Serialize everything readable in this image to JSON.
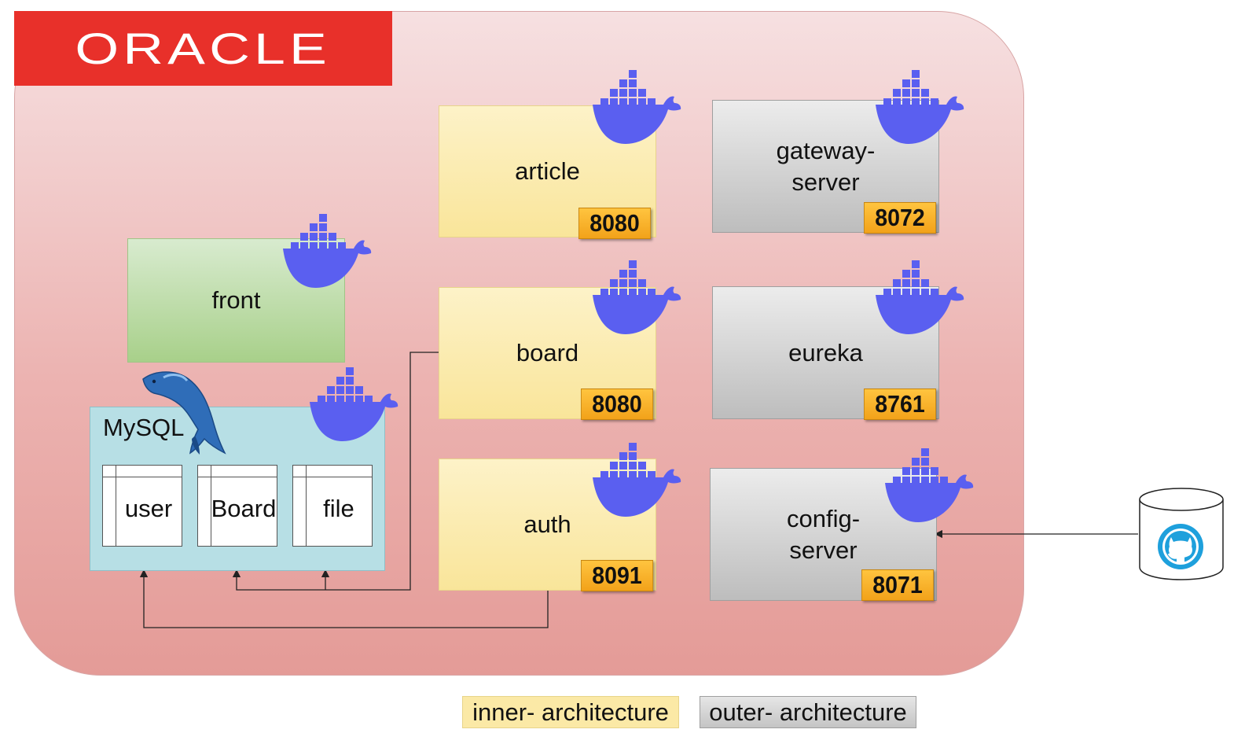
{
  "brand": {
    "logo_text": "ORACLE"
  },
  "services": {
    "front": {
      "label": "front"
    },
    "article": {
      "label": "article",
      "port": "8080"
    },
    "board": {
      "label": "board",
      "port": "8080"
    },
    "auth": {
      "label": "auth",
      "port": "8091"
    },
    "gateway": {
      "label_line1": "gateway-",
      "label_line2": "server",
      "port": "8072"
    },
    "eureka": {
      "label": "eureka",
      "port": "8761"
    },
    "config": {
      "label_line1": "config-",
      "label_line2": "server",
      "port": "8071"
    }
  },
  "database": {
    "label": "MySQL",
    "tables": [
      "user",
      "Board",
      "file"
    ]
  },
  "legend": {
    "inner": "inner- architecture",
    "outer": "outer- architecture"
  },
  "colors": {
    "oracle_red": "#e8302a",
    "docker_blue": "#5a5ff0",
    "port_orange": "#f2a21a",
    "inner_yellow": "#f9e59a",
    "outer_gray": "#c4c4c4",
    "front_green": "#a8d08a",
    "mysql_cyan": "#b7dfe5",
    "github_blue": "#1ea0dc"
  },
  "icons": [
    "docker-whale-icon",
    "mysql-dolphin-icon",
    "github-icon",
    "repository-cylinder-icon"
  ]
}
